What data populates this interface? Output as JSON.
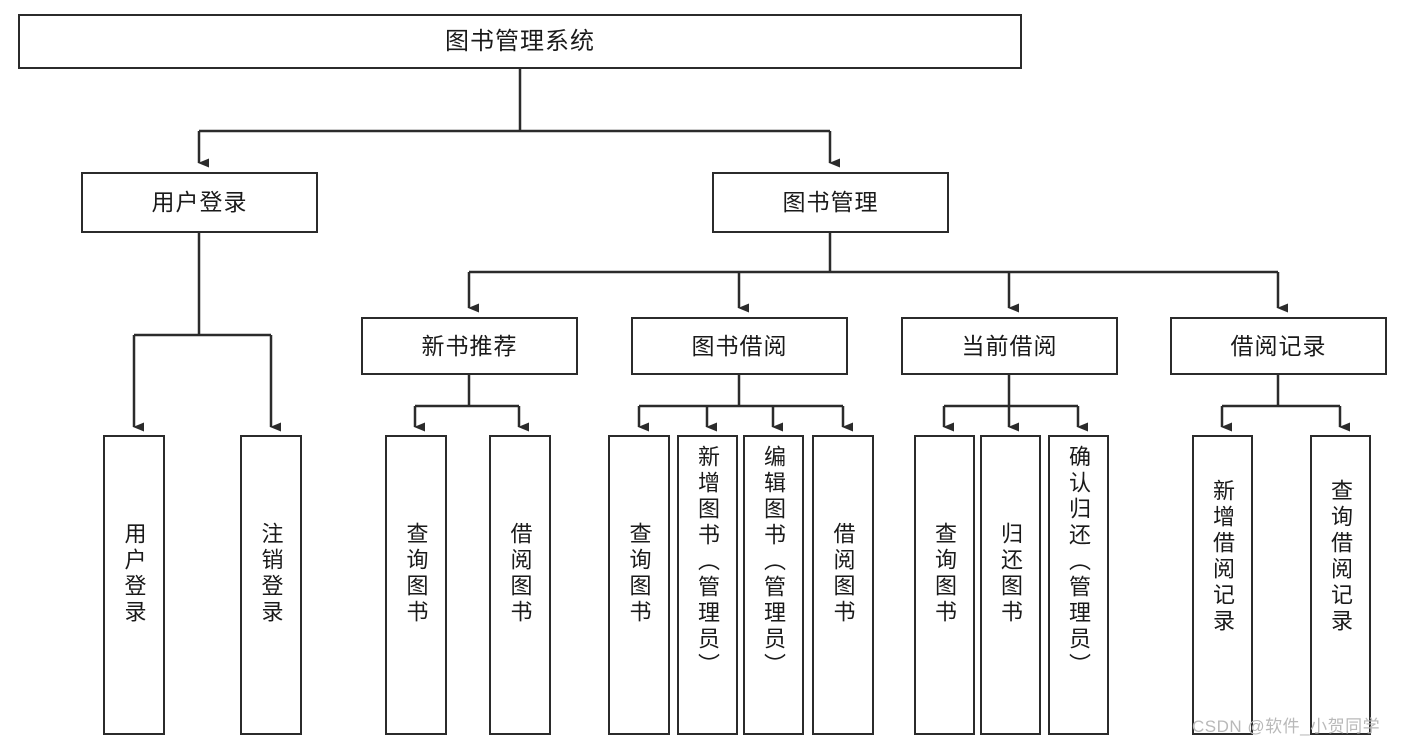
{
  "diagram": {
    "type": "hierarchy-tree",
    "title": "图书管理系统",
    "root": {
      "id": "root",
      "label": "图书管理系统"
    },
    "level2": [
      {
        "id": "user-login",
        "label": "用户登录"
      },
      {
        "id": "book-management",
        "label": "图书管理"
      }
    ],
    "level3": [
      {
        "id": "new-book-recommend",
        "label": "新书推荐"
      },
      {
        "id": "book-borrow",
        "label": "图书借阅"
      },
      {
        "id": "current-borrow",
        "label": "当前借阅"
      },
      {
        "id": "borrow-record",
        "label": "借阅记录"
      }
    ],
    "leaves": {
      "user_login": [
        {
          "id": "leaf-user-login",
          "label": "用户登录"
        },
        {
          "id": "leaf-logout-login",
          "label": "注销登录"
        }
      ],
      "new_book_recommend": [
        {
          "id": "leaf-query-book-1",
          "label": "查询图书"
        },
        {
          "id": "leaf-borrow-book-1",
          "label": "借阅图书"
        }
      ],
      "book_borrow": [
        {
          "id": "leaf-query-book-2",
          "label": "查询图书"
        },
        {
          "id": "leaf-add-book",
          "label": "新增图书（管理员）"
        },
        {
          "id": "leaf-edit-book",
          "label": "编辑图书（管理员）"
        },
        {
          "id": "leaf-borrow-book-2",
          "label": "借阅图书"
        }
      ],
      "current_borrow": [
        {
          "id": "leaf-query-book-3",
          "label": "查询图书"
        },
        {
          "id": "leaf-return-book",
          "label": "归还图书"
        },
        {
          "id": "leaf-confirm-return",
          "label": "确认归还（管理员）"
        }
      ],
      "borrow_record": [
        {
          "id": "leaf-add-record",
          "label": "新增借阅记录"
        },
        {
          "id": "leaf-query-record",
          "label": "查询借阅记录"
        }
      ]
    }
  },
  "watermark": {
    "text": "CSDN @软件_小贺同学"
  },
  "colors": {
    "stroke": "#2b2b2b",
    "background": "#ffffff",
    "text": "#1a1a1a",
    "watermark": "#b9b9b9"
  }
}
